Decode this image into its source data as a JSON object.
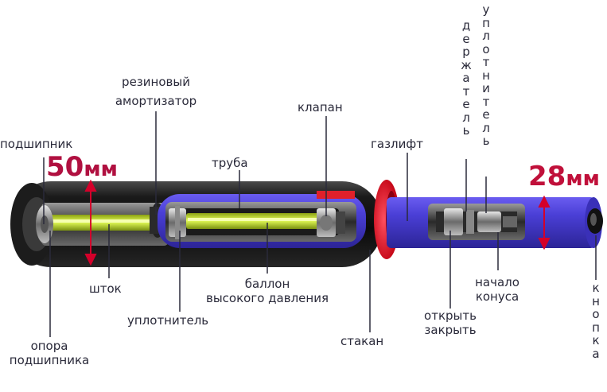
{
  "labels": {
    "bearing": "подшипник",
    "rubber_damper_1": "резиновый",
    "rubber_damper_2": "амортизатор",
    "valve": "клапан",
    "gaslift": "газлифт",
    "tube": "труба",
    "rod": "шток",
    "cylinder_1": "баллон",
    "cylinder_2": "высокого давления",
    "seal": "уплотнитель",
    "cup": "стакан",
    "bearing_support_1": "опора",
    "bearing_support_2": "подшипника",
    "open_close_1": "открыть",
    "open_close_2": "закрыть",
    "cone_start_1": "начало",
    "cone_start_2": "конуса",
    "holder_vertical": "держатель",
    "seal_vertical": "уплотнитель",
    "button_vertical": "кнопка"
  },
  "dimensions": {
    "big_value": "50",
    "big_unit": "мм",
    "small_value": "28",
    "small_unit": "мм"
  },
  "colors": {
    "outer_body": "#151515",
    "inner_tube": "#4a3fd6",
    "rod": "#c8e83a",
    "ring": "#e0202a",
    "dimension_arrow": "#d4002a",
    "dimension_text_big": "#b01040",
    "dimension_text_small": "#c0103a"
  }
}
